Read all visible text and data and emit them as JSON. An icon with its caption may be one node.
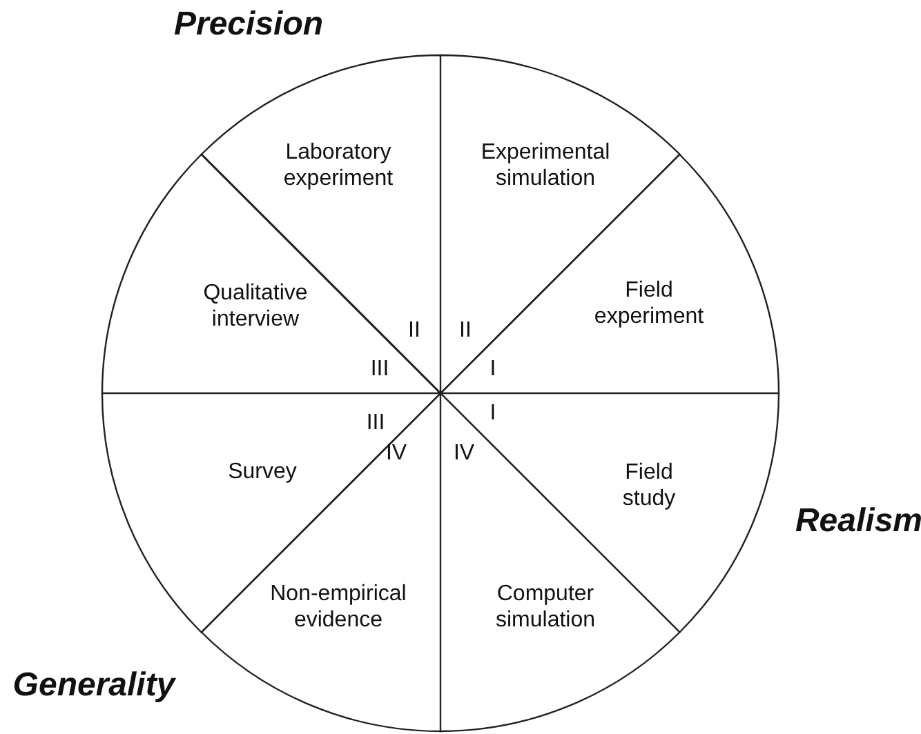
{
  "diagram": {
    "nodes": [
      {
        "text": [
          "Laboratory experiment"
        ]
      },
      {
        "text": [
          "Experimental simulation"
        ]
      },
      {
        "text": [
          "Qualitative interview"
        ]
      },
      {
        "text": [
          "Field experiment"
        ]
      },
      {
        "text": [
          "Survey"
        ]
      },
      {
        "text": [
          "Field study"
        ]
      },
      {
        "text": [
          "Non-empirical evidence"
        ]
      },
      {
        "text": [
          "Computer simulation"
        ]
      }
    ],
    "edges": [],
    "labels": [
      "Precision",
      "II",
      "II",
      "III",
      "I",
      "III",
      "I",
      "IV",
      "IV",
      "Realism",
      "Generality"
    ]
  }
}
